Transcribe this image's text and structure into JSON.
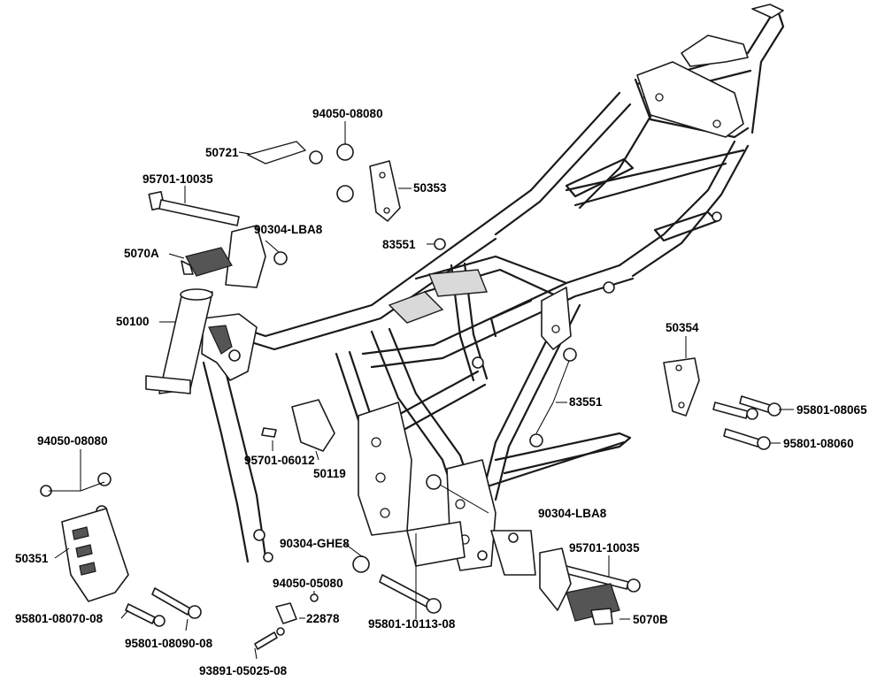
{
  "labels": {
    "l94050_08080_top": "94050-08080",
    "l50721": "50721",
    "l95701_10035_top": "95701-10035",
    "l50353": "50353",
    "l90304_lba8_top": "90304-LBA8",
    "l83551_top": "83551",
    "l5070a": "5070A",
    "l50100": "50100",
    "l50354": "50354",
    "l83551_right": "83551",
    "l95801_08065": "95801-08065",
    "l95801_08060": "95801-08060",
    "l94050_08080_left": "94050-08080",
    "l95701_06012": "95701-06012",
    "l50119": "50119",
    "l90304_lba8_bottom": "90304-LBA8",
    "l50351": "50351",
    "l90304_ghe8": "90304-GHE8",
    "l95701_10035_bottom": "95701-10035",
    "l94050_05080": "94050-05080",
    "l22878": "22878",
    "l95801_08070_08": "95801-08070-08",
    "l95801_10113_08": "95801-10113-08",
    "l5070b": "5070B",
    "l95801_08090_08": "95801-08090-08",
    "l93891_05025_08": "93891-05025-08"
  }
}
